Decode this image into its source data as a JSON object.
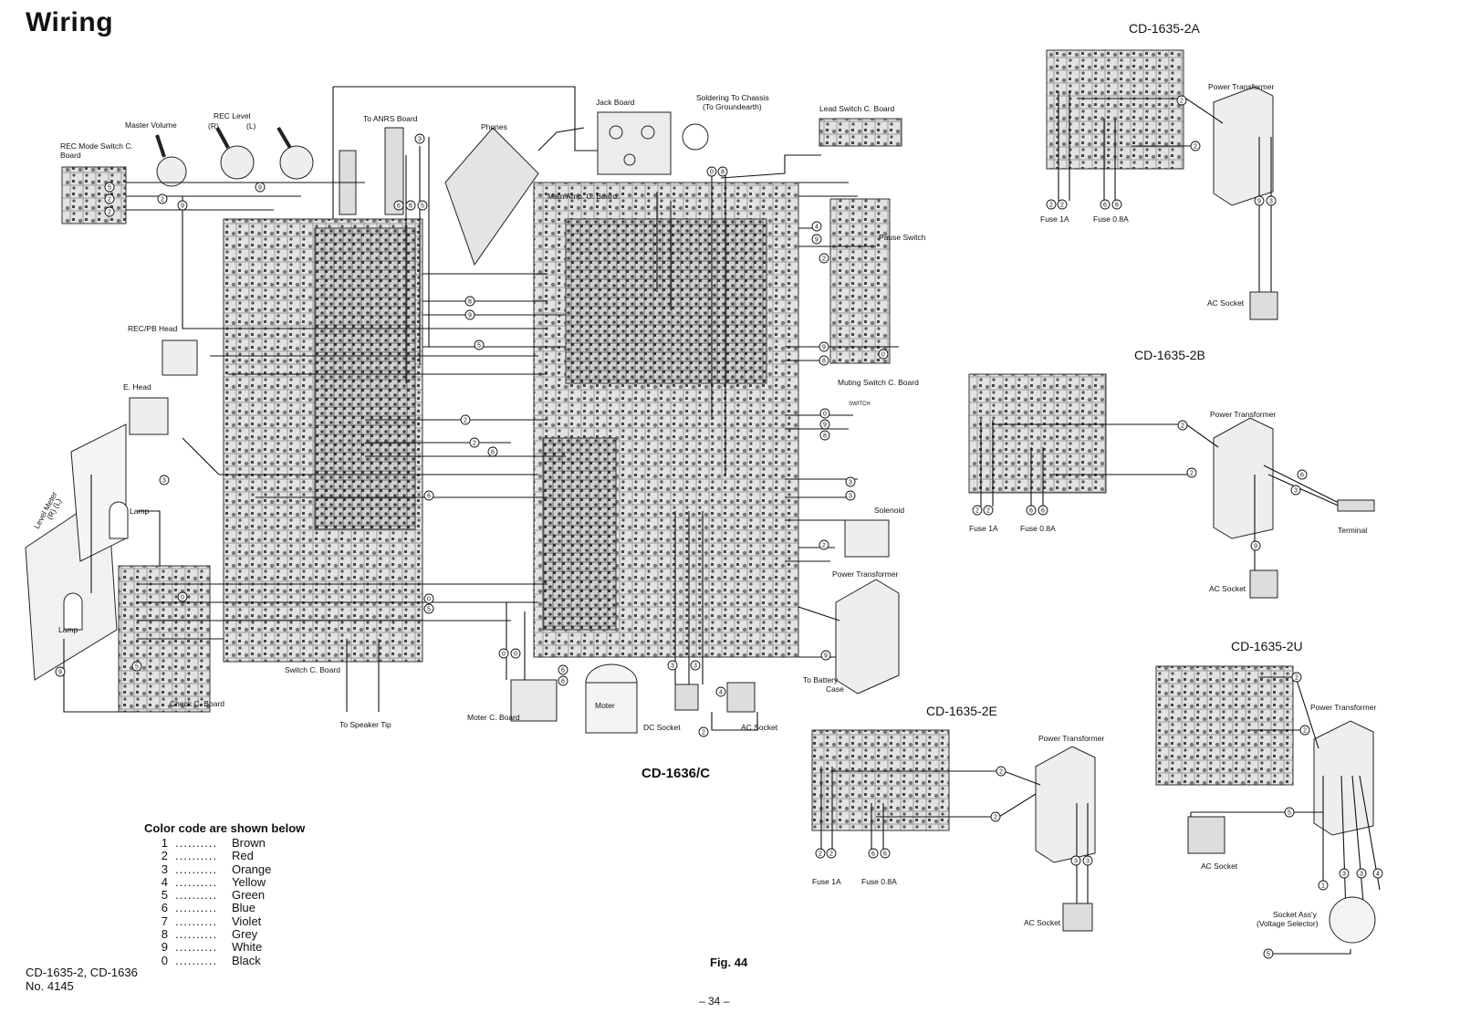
{
  "title": "Wiring",
  "main_labels": {
    "master_volume": "Master Volume",
    "rec_level": "REC Level",
    "rec_level_r": "(R)",
    "rec_level_l": "(L)",
    "rec_mode_switch": "REC Mode Switch C. Board",
    "to_anrs": "To ANRS Board",
    "phones": "Phones",
    "jack_board": "Jack Board",
    "soldering": "Soldering To Chassis",
    "soldering2": "(To Groundearth)",
    "lead_switch": "Lead Switch C. Board",
    "main_amp": "Main Amp. C. Board.",
    "pause_switch": "Pause Switch",
    "rec_pb_head": "REC/PB Head",
    "e_head": "E. Head",
    "muting_switch": "Muting Switch C. Board",
    "switch_tag": "SWITCH",
    "level_meter": "Level Meter",
    "level_meter_rl": "(R) (L)",
    "lamp_top": "Lamp",
    "lamp_bottom": "Lamp",
    "solenoid": "Solenoid",
    "power_transformer": "Power Transformer",
    "to_battery": "To Battery",
    "to_battery2": "Case",
    "switch_board": "Switch C. Board",
    "check_board": "Check C. Board",
    "to_speaker": "To Speaker Tip",
    "moter_board": "Moter C. Board",
    "moter": "Moter",
    "dc_socket": "DC Socket",
    "ac_socket": "AC Socket",
    "model": "CD-1636/C"
  },
  "variants": [
    {
      "id": "2A",
      "title": "CD-1635-2A",
      "power_transformer": "Power Transformer",
      "fuse1": "Fuse 1A",
      "fuse2": "Fuse 0.8A",
      "ac_socket": "AC Socket"
    },
    {
      "id": "2B",
      "title": "CD-1635-2B",
      "power_transformer": "Power Transformer",
      "fuse1": "Fuse 1A",
      "fuse2": "Fuse 0.8A",
      "ac_socket": "AC Socket",
      "terminal": "Terminal"
    },
    {
      "id": "2E",
      "title": "CD-1635-2E",
      "power_transformer": "Power Transformer",
      "fuse1": "Fuse 1A",
      "fuse2": "Fuse 0.8A",
      "ac_socket": "AC Socket"
    },
    {
      "id": "2U",
      "title": "CD-1635-2U",
      "power_transformer": "Power Transformer",
      "ac_socket": "AC Socket",
      "socket_assy": "Socket Ass'y",
      "socket_assy2": "(Voltage Selector)"
    }
  ],
  "legend": {
    "title": "Color code are shown below",
    "rows": [
      {
        "code": "1",
        "dots": "..........",
        "color": "Brown"
      },
      {
        "code": "2",
        "dots": "..........",
        "color": "Red"
      },
      {
        "code": "3",
        "dots": "..........",
        "color": "Orange"
      },
      {
        "code": "4",
        "dots": "..........",
        "color": "Yellow"
      },
      {
        "code": "5",
        "dots": "..........",
        "color": "Green"
      },
      {
        "code": "6",
        "dots": "..........",
        "color": "Blue"
      },
      {
        "code": "7",
        "dots": "..........",
        "color": "Violet"
      },
      {
        "code": "8",
        "dots": "..........",
        "color": "Grey"
      },
      {
        "code": "9",
        "dots": "..........",
        "color": "White"
      },
      {
        "code": "0",
        "dots": "..........",
        "color": "Black"
      }
    ]
  },
  "figure": "Fig. 44",
  "footer": {
    "models": "CD-1635-2, CD-1636",
    "number": "No. 4145",
    "page": "– 34 –"
  }
}
